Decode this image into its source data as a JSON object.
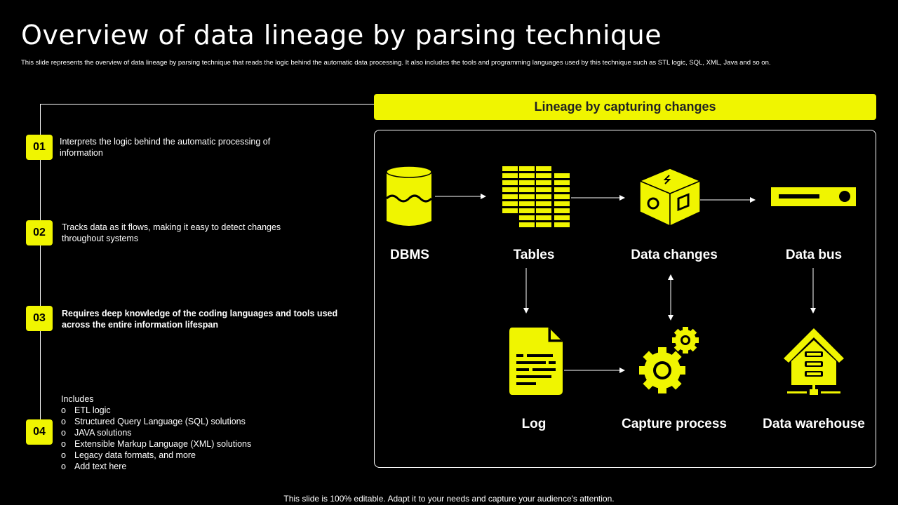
{
  "title": "Overview of data lineage by parsing technique",
  "subtitle": "This slide represents the overview of data lineage by parsing technique that reads the logic behind the automatic data processing. It also includes the tools and programming languages used by this technique such as STL logic, SQL, XML, Java and so on.",
  "steps": [
    {
      "num": "01",
      "text": "Interprets the logic behind the automatic processing of information"
    },
    {
      "num": "02",
      "text": "Tracks data as it flows, making it easy to detect changes throughout systems"
    },
    {
      "num": "03",
      "text": "Requires deep knowledge of the coding languages and tools used across the entire information lifespan"
    },
    {
      "num": "04",
      "intro": "Includes",
      "bullet_marker": "o",
      "items": [
        "ETL logic",
        "Structured Query Language (SQL) solutions",
        "JAVA solutions",
        "Extensible Markup Language (XML) solutions",
        "Legacy data formats, and more",
        "Add text here"
      ]
    }
  ],
  "diagram": {
    "banner": "Lineage by capturing changes",
    "nodes": {
      "dbms": {
        "label": "DBMS",
        "icon": "database-icon"
      },
      "tables": {
        "label": "Tables",
        "icon": "table-grid-icon"
      },
      "data_changes": {
        "label": "Data changes",
        "icon": "cube-box-icon"
      },
      "data_bus": {
        "label": "Data bus",
        "icon": "bus-device-icon"
      },
      "log": {
        "label": "Log",
        "icon": "document-icon"
      },
      "capture_process": {
        "label": "Capture process",
        "icon": "gears-icon"
      },
      "data_warehouse": {
        "label": "Data warehouse",
        "icon": "warehouse-icon"
      }
    }
  },
  "footer": "This slide is 100% editable. Adapt it to your needs and capture your audience's attention.",
  "colors": {
    "accent": "#f0f500",
    "background": "#000000",
    "text": "#ffffff"
  }
}
